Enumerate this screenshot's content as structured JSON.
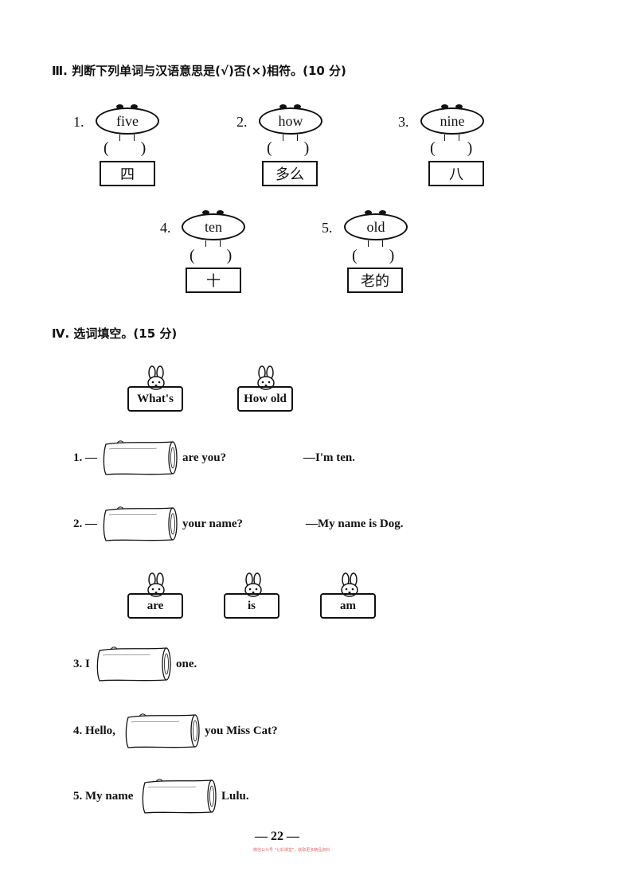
{
  "section3": {
    "title": "Ⅲ. 判断下列单词与汉语意思是(√)否(×)相符。(10 分)",
    "items": [
      {
        "num": "1.",
        "word": "five",
        "paren": "(        )",
        "meaning": "四"
      },
      {
        "num": "2.",
        "word": "how",
        "paren": "(        )",
        "meaning": "多么"
      },
      {
        "num": "3.",
        "word": "nine",
        "paren": "(        )",
        "meaning": "八"
      },
      {
        "num": "4.",
        "word": "ten",
        "paren": "(        )",
        "meaning": "十"
      },
      {
        "num": "5.",
        "word": "old",
        "paren": "(        )",
        "meaning": "老的"
      }
    ]
  },
  "section4": {
    "title": "Ⅳ. 选词填空。(15 分)",
    "bank1": [
      "What's",
      "How old"
    ],
    "lines1": [
      {
        "num": "1. —",
        "after": "are you?",
        "answer": "—I'm ten."
      },
      {
        "num": "2. —",
        "after": "your name?",
        "answer": "—My name is Dog."
      }
    ],
    "bank2": [
      "are",
      "is",
      "am"
    ],
    "lines2": [
      {
        "before": "3. I",
        "after": "one."
      },
      {
        "before": "4. Hello,",
        "after": "you Miss Cat?"
      },
      {
        "before": "5. My name",
        "after": "Lulu."
      }
    ]
  },
  "footer": {
    "page": "— 22 —",
    "note": "微信公众号 \"七彩课堂\"，获取更多精品资料"
  }
}
